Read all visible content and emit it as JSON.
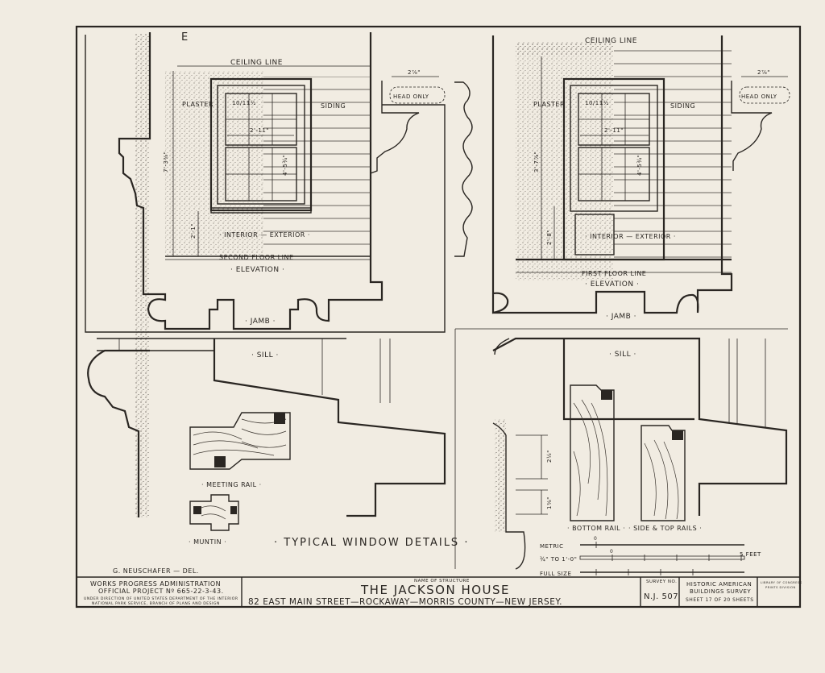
{
  "title_block": {
    "agency_line1": "WORKS PROGRESS ADMINISTRATION",
    "agency_line2": "OFFICIAL PROJECT Nº 665-22-3-43.",
    "agency_line3": "UNDER DIRECTION OF UNITED STATES DEPARTMENT OF THE INTERIOR",
    "agency_line4": "NATIONAL PARK SERVICE, BRANCH OF PLANS AND DESIGN",
    "name_caption": "NAME OF STRUCTURE",
    "structure_name": "THE JACKSON HOUSE",
    "address": "82 EAST MAIN STREET—ROCKAWAY—MORRIS COUNTY—NEW JERSEY.",
    "survey_caption": "SURVEY NO.",
    "survey_no": "N.J. 507",
    "habs_line1": "HISTORIC AMERICAN",
    "habs_line2": "BUILDINGS SURVEY",
    "sheet_info": "SHEET 17 OF 20 SHEETS",
    "loc_line1": "LIBRARY OF CONGRESS",
    "loc_line2": "PRINTS DIVISION"
  },
  "drawing": {
    "main_title": "· TYPICAL WINDOW DETAILS ·",
    "delineator": "G. NEUSCHAFER — DEL.",
    "corner_mark": "E"
  },
  "left_elevation": {
    "ceiling": "CEILING LINE",
    "plaster": "PLASTER",
    "siding": "SIDING",
    "sash_size": "10/11½",
    "width_dim": "2'-11\"",
    "height_dim": "7'-3⅜\"",
    "sash_height": "4'-5¾\"",
    "sill_height": "2'-1\"",
    "int_ext": "· INTERIOR — EXTERIOR ·",
    "floor_line": "SECOND FLOOR LINE",
    "caption": "· ELEVATION ·",
    "head_dim": "2⅞\"",
    "head_only": "HEAD ONLY",
    "jamb": "· JAMB ·",
    "sill": "· SILL ·"
  },
  "right_elevation": {
    "ceiling": "CEILING LINE",
    "plaster": "PLASTER",
    "siding": "SIDING",
    "sash_size": "10/11½",
    "width_dim": "2'-11\"",
    "height_dim": "3'-7⅞\"",
    "sash_height": "4'-5¾\"",
    "sill_height": "2'-8\"",
    "int_ext": "· INTERIOR — EXTERIOR ·",
    "floor_line": "FIRST FLOOR LINE",
    "caption": "· ELEVATION ·",
    "head_dim": "2⅞\"",
    "head_only": "HEAD ONLY",
    "jamb": "· JAMB ·",
    "sill": "· SILL ·"
  },
  "details": {
    "meeting_rail": "· MEETING RAIL ·",
    "muntin": "· MUNTIN ·",
    "bottom_rail": "· BOTTOM RAIL ·",
    "side_top_rails": "· SIDE & TOP RAILS ·",
    "dim_a": "2½\"",
    "dim_b": "1⅜\""
  },
  "scale_bar": {
    "metric": "METRIC",
    "quarter": "¾\" TO 1'-0\"",
    "full_size": "FULL SIZE",
    "zero_a": "0",
    "zero_b": "0",
    "feet": "5 FEET"
  },
  "colors": {
    "paper": "#f1ece2",
    "ink": "#2a2622"
  }
}
